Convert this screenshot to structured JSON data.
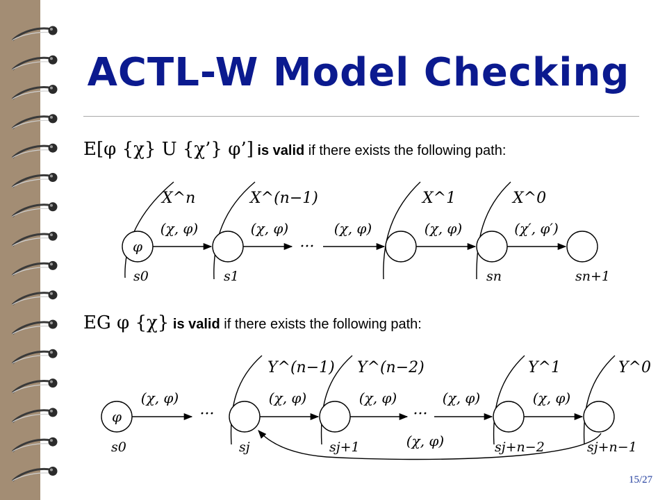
{
  "slide": {
    "title": "ACTL-W Model Checking",
    "page_number": "15/27"
  },
  "statement1": {
    "formula": "E[φ {χ} U {χ’} φ’]",
    "valid_word": "is valid",
    "rest": "if there exists the following path:"
  },
  "statement2": {
    "formula": "EG φ {χ}",
    "valid_word": "is valid",
    "rest": "if there exists the following path:"
  },
  "diagram1": {
    "state_labels": [
      "s0",
      "s1",
      "sn",
      "sn+1"
    ],
    "region_labels": [
      "X^n",
      "X^(n−1)",
      "X^1",
      "X^0"
    ],
    "node_symbol": "φ",
    "edge_labels": [
      "(χ, φ)",
      "(χ, φ)",
      "(χ, φ)",
      "(χ, φ)",
      "(χ′, φ′)"
    ],
    "ellipsis": "···"
  },
  "diagram2": {
    "state_labels": [
      "s0",
      "sj",
      "sj+1",
      "sj+n−2",
      "sj+n−1"
    ],
    "region_labels": [
      "Y^(n−1)",
      "Y^(n−2)",
      "Y^1",
      "Y^0"
    ],
    "node_symbol": "φ",
    "edge_labels": [
      "(χ, φ)",
      "(χ, φ)",
      "(χ, φ)",
      "(χ, φ)",
      "(χ, φ)"
    ],
    "back_edge_label": "(χ, φ)",
    "ellipsis": "···"
  },
  "colors": {
    "title": "#0b1a8f",
    "page_number": "#1f3b9c",
    "binder_paper": "#a38d74",
    "rule": "#a8a8a8"
  },
  "icons": {
    "binder": "spiral-binding-icon"
  }
}
